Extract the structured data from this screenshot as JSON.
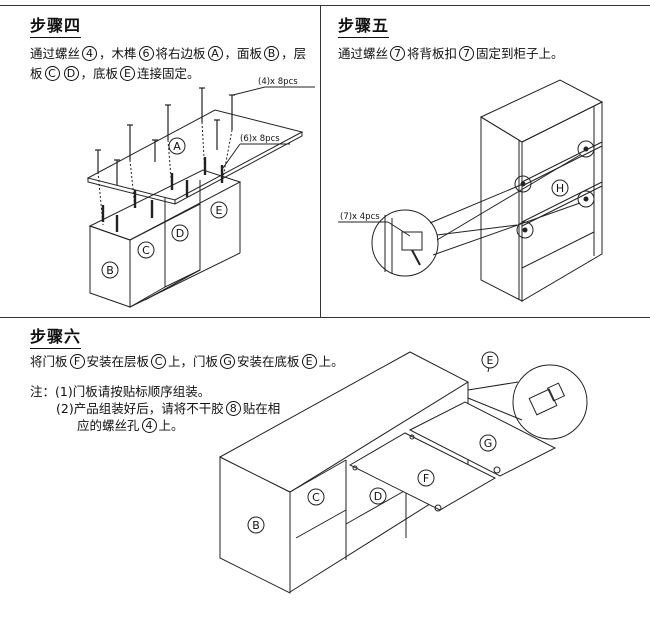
{
  "step4": {
    "title": "步骤四",
    "line1": [
      "通过螺丝",
      "4",
      "，木榫",
      "6",
      "将右边板",
      "A",
      "，面板",
      "B",
      "，层"
    ],
    "line2": [
      "板",
      "C",
      "D",
      "，底板",
      "E",
      "连接固定。"
    ],
    "callout_screw": "(4)x 8pcs",
    "callout_dowel": "(6)x 8pcs",
    "labels": {
      "a": "A",
      "b": "B",
      "c": "C",
      "d": "D",
      "e": "E"
    }
  },
  "step5": {
    "title": "步骤五",
    "line1": [
      "通过螺丝",
      "7",
      "将背板扣",
      "7",
      "固定到柜子上。"
    ],
    "callout_screw": "(7)x 4pcs",
    "label_h": "H"
  },
  "step6": {
    "title": "步骤六",
    "line1": [
      "将门板",
      "F",
      "安装在层板",
      "C",
      "上，门板",
      "G",
      "安装在底板",
      "E",
      "上。"
    ],
    "note_prefix": "注：",
    "note1": "(1)门板请按贴标顺序组装。",
    "note2a": [
      "(2)产品组装好后，请将不干胶",
      "8",
      "贴在相"
    ],
    "note2b": [
      "应的螺丝孔",
      "4",
      "上。"
    ],
    "labels": {
      "b": "B",
      "c": "C",
      "d": "D",
      "e": "E",
      "f": "F",
      "g": "G"
    }
  }
}
